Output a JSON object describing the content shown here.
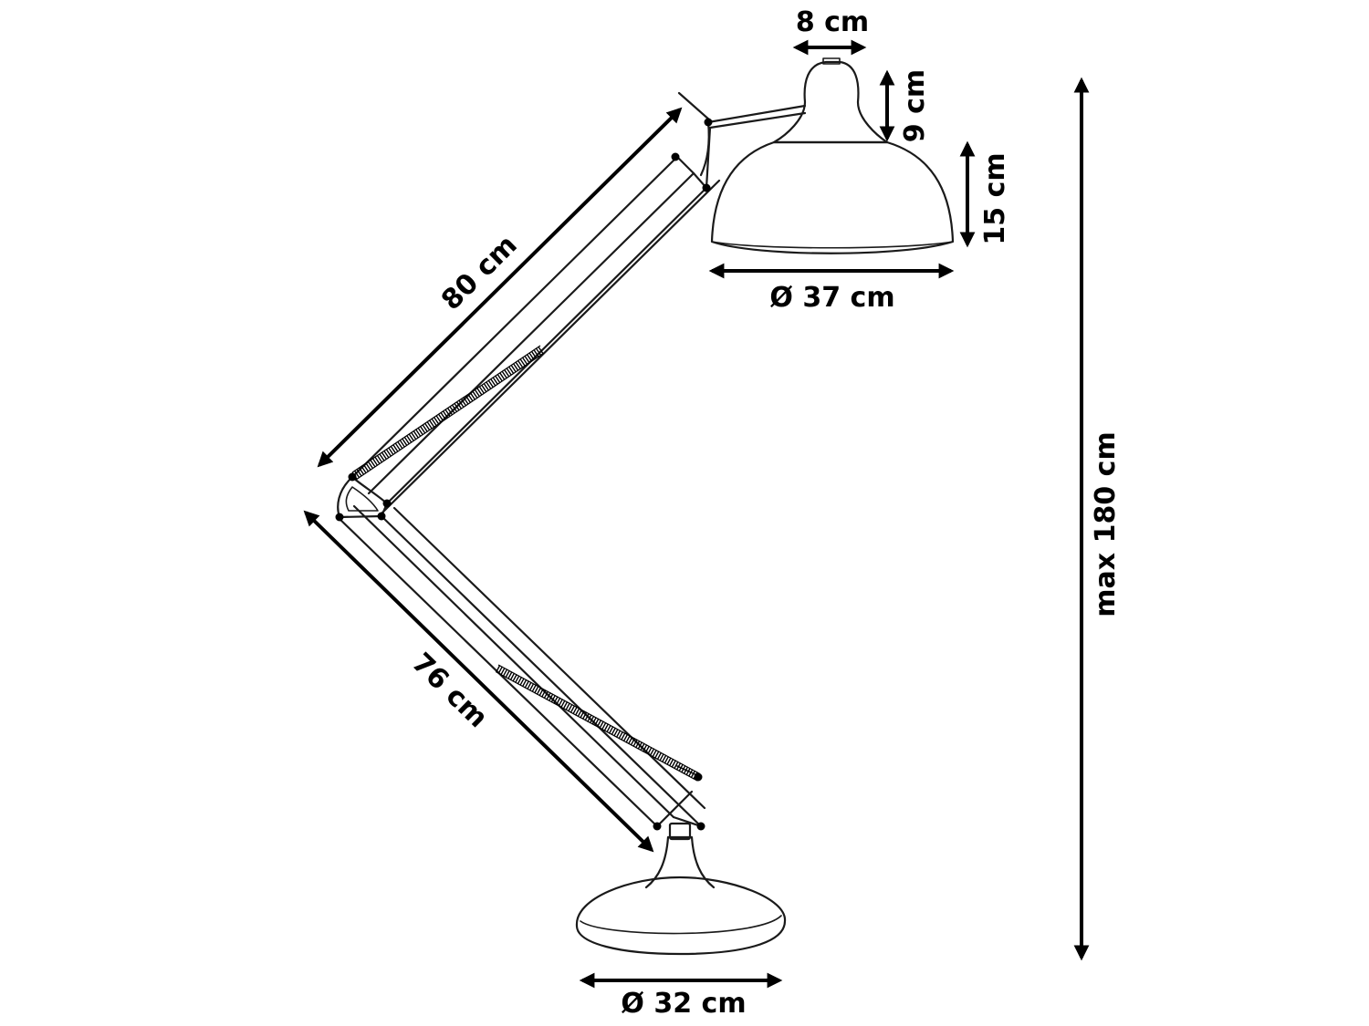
{
  "diagram": {
    "dimensions": {
      "shade_neck_width": "8 cm",
      "shade_neck_height": "9 cm",
      "shade_height": "15 cm",
      "shade_diameter": "Ø 37 cm",
      "upper_arm_length": "80 cm",
      "lower_arm_length": "76 cm",
      "base_diameter": "Ø 32 cm",
      "total_height": "max 180 cm"
    }
  }
}
